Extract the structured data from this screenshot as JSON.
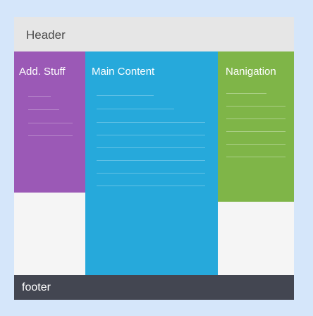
{
  "header": {
    "title": "Header"
  },
  "columns": {
    "left": {
      "title": "Add. Stuff"
    },
    "main": {
      "title": "Main Content"
    },
    "right": {
      "title": "Nanigation"
    }
  },
  "footer": {
    "text": "footer"
  },
  "colors": {
    "background": "#d5e6fa",
    "header": "#e6e6e6",
    "left_column": "#9b59b6",
    "main_column": "#26a9db",
    "right_column": "#7fb548",
    "footer": "#434651",
    "page": "#f5f5f5"
  }
}
